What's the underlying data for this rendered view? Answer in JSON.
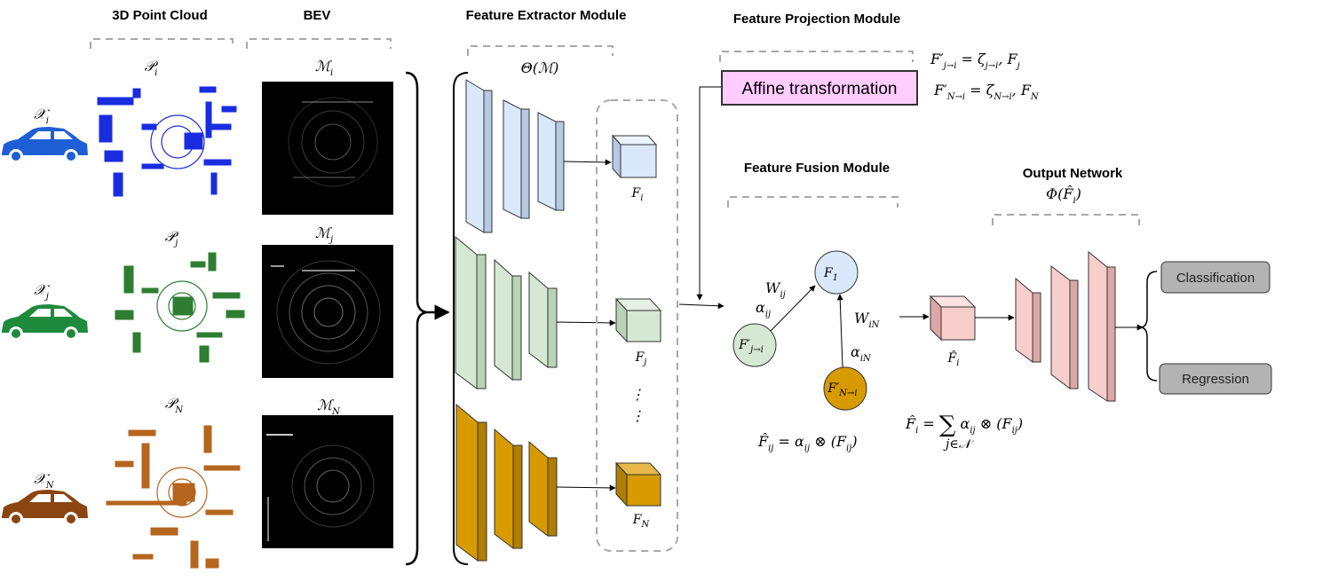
{
  "sections": {
    "point_cloud": "3D Point Cloud",
    "bev": "BEV",
    "extractor": "Feature Extractor Module",
    "projection": "Feature Projection Module",
    "fusion": "Feature Fusion Module",
    "output": "Output Network"
  },
  "agents": [
    {
      "name": "𝒳",
      "sub": "i",
      "pc": "𝒫",
      "pc_sub": "i",
      "bev": "ℳ",
      "bev_sub": "i",
      "feat": "F",
      "feat_sub": "i",
      "color": "#1f5fd6"
    },
    {
      "name": "𝒳",
      "sub": "j",
      "pc": "𝒫",
      "pc_sub": "j",
      "bev": "ℳ",
      "bev_sub": "j",
      "feat": "F",
      "feat_sub": "j",
      "color": "#1e8a3c"
    },
    {
      "name": "𝒳",
      "sub": "N",
      "pc": "𝒫",
      "pc_sub": "N",
      "bev": "ℳ",
      "bev_sub": "N",
      "feat": "F",
      "feat_sub": "N",
      "color": "#8b4511"
    }
  ],
  "extractor_fn": "Θ(ℳ)",
  "affine_label": "Affine transformation",
  "projection_eqs": [
    {
      "lhs": "F′",
      "lhs_sub": "j→i",
      "rhs": " = ζ",
      "rhs_sub": "j→i",
      "tail": ", F",
      "tail_sub": "j"
    },
    {
      "lhs": "F′",
      "lhs_sub": "N→i",
      "rhs": " = ζ",
      "rhs_sub": "N→i",
      "tail": ", F",
      "tail_sub": "N"
    }
  ],
  "graph": {
    "node_f1": "F",
    "node_f1_sub": "1",
    "node_fj": "F′",
    "node_fj_sub": "j→i",
    "node_fn": "F′",
    "node_fn_sub": "N→i",
    "w_ij": "W",
    "w_ij_sub": "ij",
    "a_ij": "α",
    "a_ij_sub": "ij",
    "w_in": "W",
    "w_in_sub": "iN",
    "a_in": "α",
    "a_in_sub": "iN"
  },
  "fused_label": "F̂",
  "fused_sub": "i",
  "eq_fij": "F̂",
  "eq_fi": "F̂",
  "output_fn": "Φ(F̂",
  "outputs": {
    "classification": "Classification",
    "regression": "Regression"
  },
  "colors": {
    "blue_box": "#dae8fc",
    "green_box": "#d5e8d4",
    "orange_box": "#d79b00",
    "pink": "#f8cecc",
    "affine": "#ffccff",
    "gray_btn": "#b3b3b3"
  }
}
